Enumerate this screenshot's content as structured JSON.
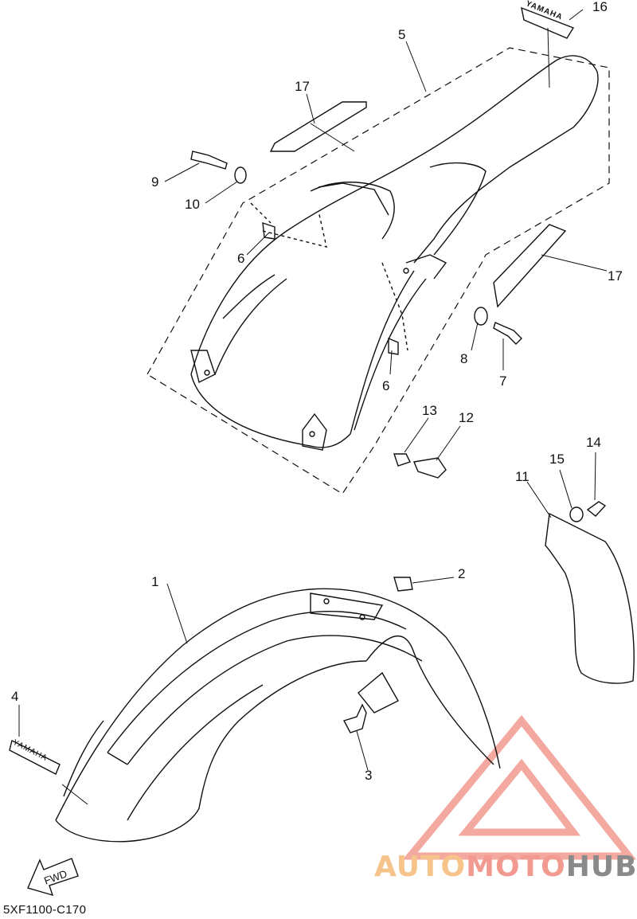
{
  "diagram": {
    "part_code": "5XF1100-C170",
    "fwd_label": "FWD",
    "decal_text": "YAMAHA",
    "callouts": [
      "1",
      "2",
      "3",
      "4",
      "5",
      "6",
      "6",
      "7",
      "8",
      "9",
      "10",
      "11",
      "12",
      "13",
      "14",
      "15",
      "16",
      "17",
      "17"
    ]
  },
  "watermark": {
    "part1": "AUTO",
    "part2": "MOTO",
    "part3": "HUB",
    "colors": {
      "orange": "#f6c48a",
      "red": "#f29a90",
      "gray": "#8a8a8a"
    }
  }
}
